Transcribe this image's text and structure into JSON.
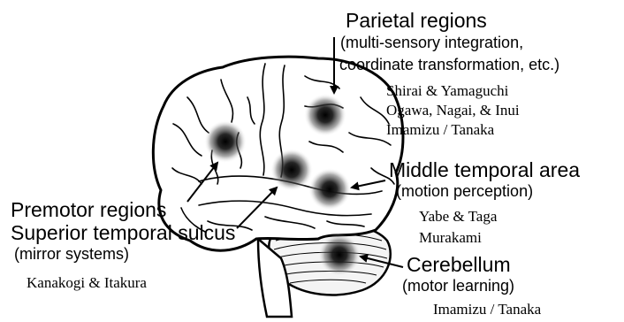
{
  "colors": {
    "background": "#ffffff",
    "ink": "#000000",
    "hotspot": "#111111"
  },
  "labels": {
    "parietal": {
      "title": "Parietal regions",
      "desc_1": "(multi-sensory integration,",
      "desc_2": "coordinate transformation, etc.)",
      "authors": [
        "Shirai & Yamaguchi",
        "Ogawa, Nagai, & Inui",
        "Imamizu / Tanaka"
      ]
    },
    "middle_temporal": {
      "title": "Middle temporal area",
      "desc": "(motion perception)",
      "authors": [
        "Yabe & Taga",
        "Murakami"
      ]
    },
    "premotor": {
      "title": "Premotor regions"
    },
    "sts": {
      "title": "Superior temporal sulcus",
      "desc": "(mirror systems)",
      "authors": [
        "Kanakogi & Itakura"
      ]
    },
    "cerebellum": {
      "title": "Cerebellum",
      "desc": "(motor learning)",
      "authors": [
        "Imamizu / Tanaka"
      ]
    }
  }
}
